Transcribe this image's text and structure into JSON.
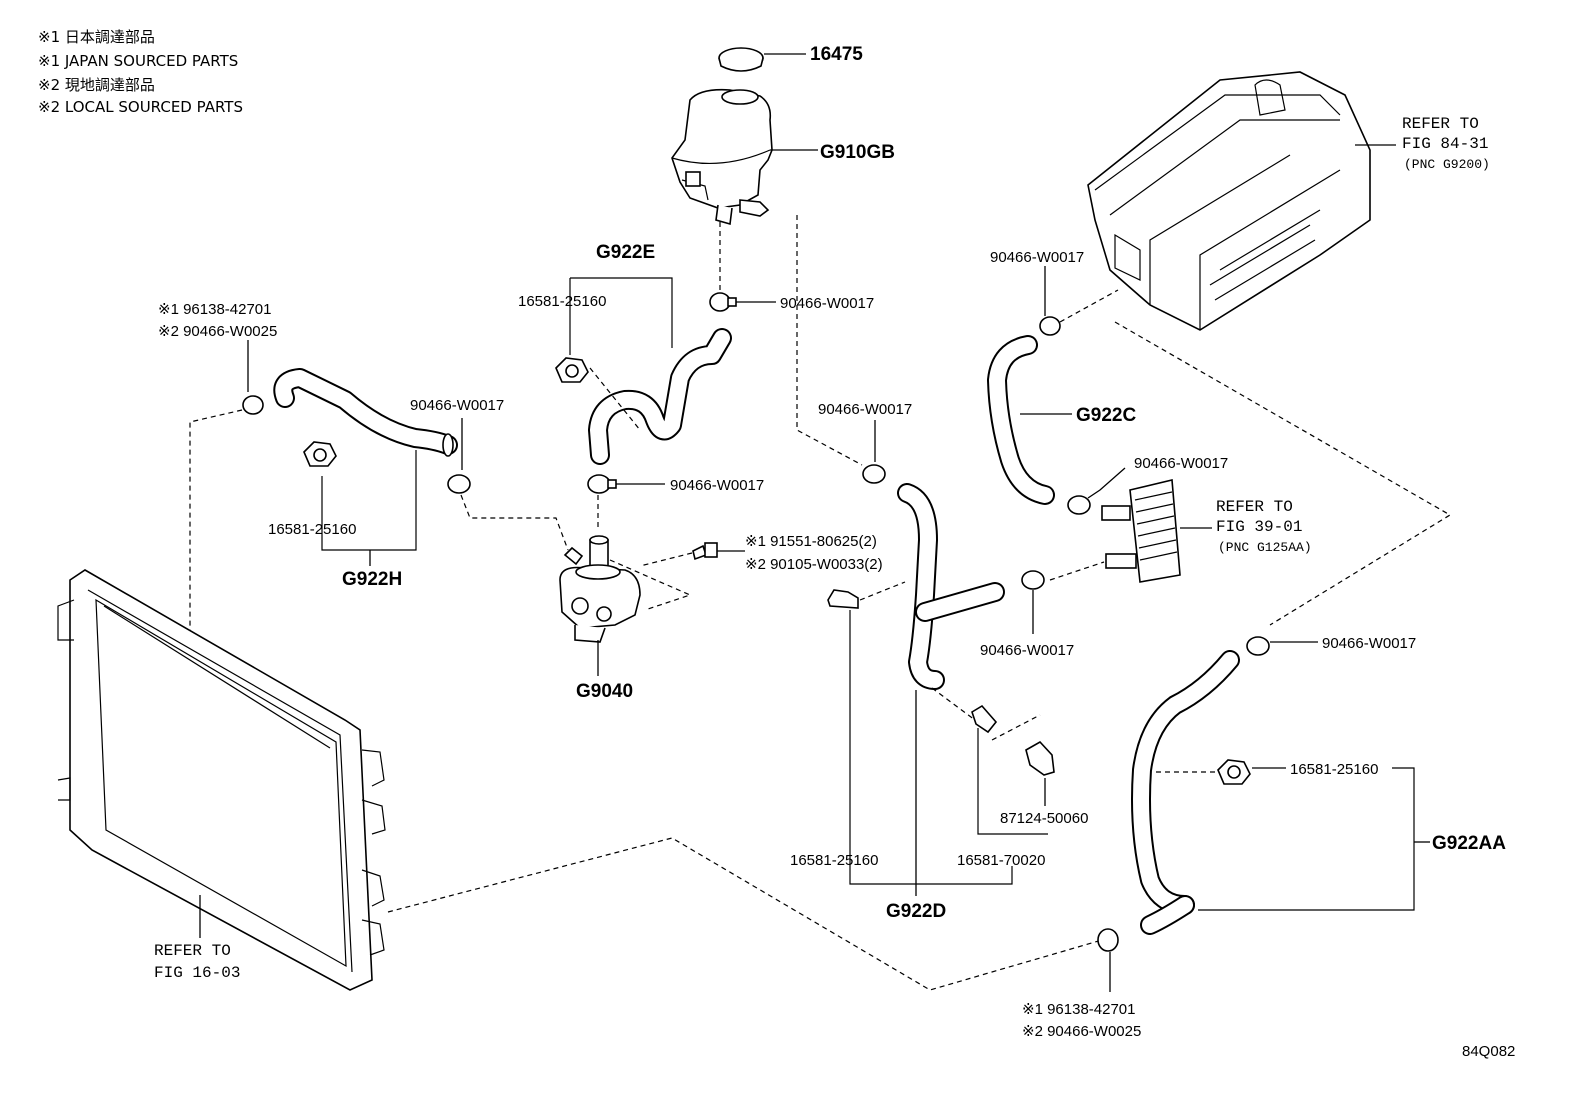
{
  "legend": [
    "※1 日本調達部品",
    "※1 JAPAN SOURCED PARTS",
    "※2 現地調達部品",
    "※2 LOCAL SOURCED PARTS"
  ],
  "parts": {
    "cap": "16475",
    "reservoir": "G910GB",
    "hose_e": "G922E",
    "hose_h": "G922H",
    "hose_c": "G922C",
    "hose_d": "G922D",
    "hose_aa": "G922AA",
    "pump": "G9040"
  },
  "clamps": {
    "c1": "90466-W0017",
    "c2": "90466-W0017",
    "c3": "90466-W0017",
    "c4": "90466-W0017",
    "c5": "90466-W0017",
    "c6": "90466-W0017",
    "c7": "90466-W0017",
    "c8": "90466-W0017"
  },
  "clips": {
    "k1": "16581-25160",
    "k2": "16581-25160",
    "k3": "16581-25160",
    "k4": "16581-25160",
    "k5": "16581-70020",
    "k6": "87124-50060"
  },
  "bolts": {
    "b1": "※1 91551-80625(2)",
    "b2": "※2 90105-W0033(2)"
  },
  "topleft_clamp": {
    "line1": "※1 96138-42701",
    "line2": "※2 90466-W0025"
  },
  "bottom_clamp": {
    "line1": "※1 96138-42701",
    "line2": "※2 90466-W0025"
  },
  "refs": {
    "inverter": [
      "REFER TO",
      "FIG 84-31",
      "(PNC G9200)"
    ],
    "cooler": [
      "REFER TO",
      "FIG 39-01",
      "(PNC G125AA)"
    ],
    "radiator": [
      "REFER TO",
      "FIG 16-03"
    ]
  },
  "figure_id": "84Q082"
}
